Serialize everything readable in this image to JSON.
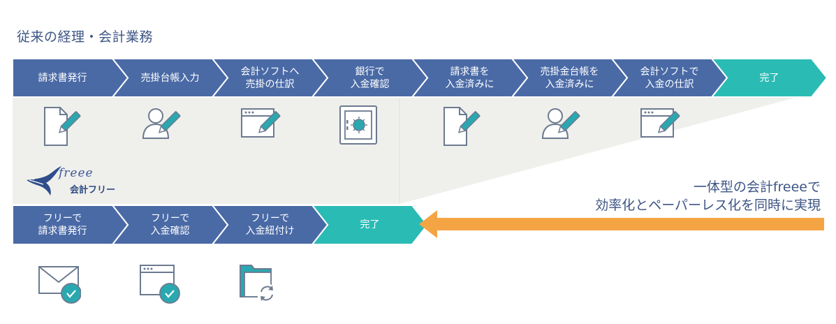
{
  "title": "従来の経理・会計業務",
  "colors": {
    "step_blue": "#4a6aa6",
    "step_teal": "#2bbbb5",
    "band_gray": "#efefec",
    "arrow_orange": "#f5a444",
    "icon_stroke": "#6b7a8f",
    "icon_accent": "#2aa8b0"
  },
  "traditional_steps": [
    {
      "label": "請求書発行",
      "kind": "normal"
    },
    {
      "label": "売掛台帳入力",
      "kind": "normal"
    },
    {
      "label": "会計ソフトへ\n売掛の仕訳",
      "kind": "normal"
    },
    {
      "label": "銀行で\n入金確認",
      "kind": "normal"
    },
    {
      "label": "請求書を\n入金済みに",
      "kind": "normal"
    },
    {
      "label": "売掛金台帳を\n入金済みに",
      "kind": "normal"
    },
    {
      "label": "会計ソフトで\n入金の仕訳",
      "kind": "normal"
    },
    {
      "label": "完了",
      "kind": "done"
    }
  ],
  "traditional_icons": [
    "document-pen-icon",
    "user-pen-icon",
    "window-pen-icon",
    "safe-icon",
    "document-pen-icon",
    "user-pen-icon",
    "window-pen-icon"
  ],
  "freee_logo": {
    "wordmark": "freee",
    "label": "会計フリー",
    "icon": "swallow-bird-icon"
  },
  "freee_steps": [
    {
      "label": "フリーで\n請求書発行",
      "kind": "normal"
    },
    {
      "label": "フリーで\n入金確認",
      "kind": "normal"
    },
    {
      "label": "フリーで\n入金紐付け",
      "kind": "normal"
    },
    {
      "label": "完了",
      "kind": "done"
    }
  ],
  "freee_icons": [
    "envelope-check-icon",
    "window-check-icon",
    "folder-sync-icon"
  ],
  "tagline": {
    "line1": "一体型の会計freeeで",
    "line2": "効率化とペーパーレス化を同時に実現"
  }
}
